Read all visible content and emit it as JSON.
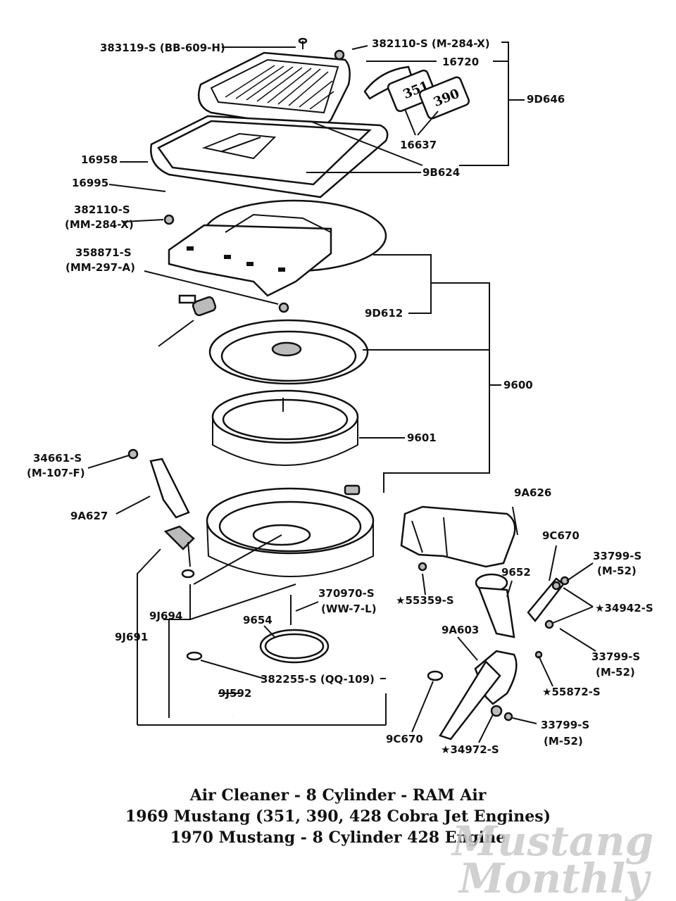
{
  "parts": {
    "p383119": "383119-S (BB-609-H)",
    "p382110_top": "382110-S (M-284-X)",
    "p16720": "16720",
    "p9D646": "9D646",
    "p16637": "16637",
    "p16958": "16958",
    "p9B624": "9B624",
    "p16995": "16995",
    "p382110_a": "382110-S",
    "p382110_b": "(MM-284-X)",
    "p358871_a": "358871-S",
    "p358871_b": "(MM-297-A)",
    "p9D612": "9D612",
    "p9600": "9600",
    "p9601": "9601",
    "p34661_a": "34661-S",
    "p34661_b": "(M-107-F)",
    "p9A627": "9A627",
    "p9A626": "9A626",
    "p9C670_top": "9C670",
    "p33799_1a": "33799-S",
    "p33799_1b": "(M-52)",
    "p9652": "9652",
    "p55359": "★55359-S",
    "p34942": "★34942-S",
    "p370970_a": "370970-S",
    "p370970_b": "(WW-7-L)",
    "p9654": "9654",
    "p9J694": "9J694",
    "p9J691": "9J691",
    "p9A603": "9A603",
    "p33799_2a": "33799-S",
    "p33799_2b": "(M-52)",
    "p55872": "★55872-S",
    "p382255": "382255-S (QQ-109)",
    "p9J592": "9J592",
    "p33799_3a": "33799-S",
    "p33799_3b": "(M-52)",
    "p9C670_bot": "9C670",
    "p34972": "★34972-S"
  },
  "caption": {
    "line1": "Air Cleaner - 8 Cylinder - RAM Air",
    "line2": "1969 Mustang (351, 390, 428 Cobra Jet Engines)",
    "line3": "1970 Mustang - 8 Cylinder 428 Engine"
  },
  "watermark": {
    "line1": "Mustang",
    "line2": "Monthly"
  }
}
